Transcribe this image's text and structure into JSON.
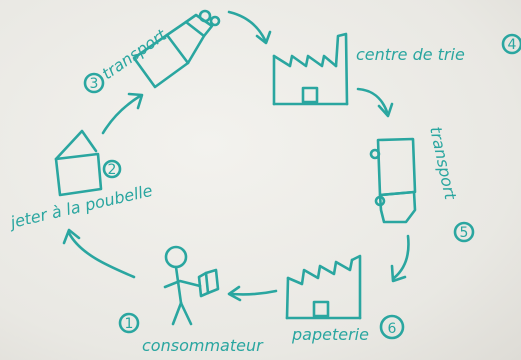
{
  "ink_color": "#2aa6a0",
  "background_color": "#ecebe6",
  "steps": [
    {
      "number": "1",
      "label": "consommateur"
    },
    {
      "number": "2",
      "label": "jeter à la poubelle"
    },
    {
      "number": "3",
      "label": "transport"
    },
    {
      "number": "4",
      "label": "centre de trie"
    },
    {
      "number": "5",
      "label": "transport"
    },
    {
      "number": "6",
      "label": "papeterie"
    }
  ]
}
